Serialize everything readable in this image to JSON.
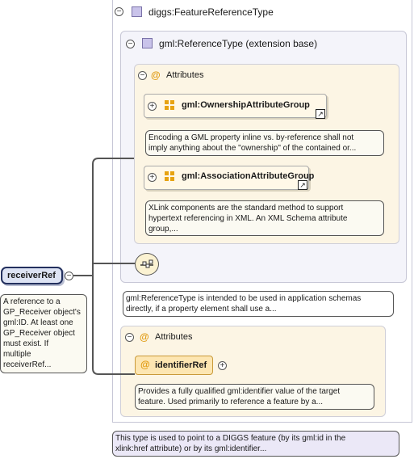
{
  "type_box": {
    "label": "diggs:FeatureReferenceType"
  },
  "extension": {
    "label": "gml:ReferenceType (extension base)"
  },
  "attributes_1": {
    "label": "Attributes"
  },
  "ownership": {
    "label": "gml:OwnershipAttributeGroup",
    "doc": [
      "Encoding a GML property inline vs. by-reference shall not",
      "imply anything about the \"ownership\" of the contained or..."
    ]
  },
  "association": {
    "label": "gml:AssociationAttributeGroup",
    "doc": [
      "XLink components are the standard method to support",
      "hypertext referencing in XML. An XML Schema attribute",
      "group,..."
    ]
  },
  "reference_doc": [
    "gml:ReferenceType is intended to be used in application schemas",
    "directly, if a property element shall use a..."
  ],
  "attributes_2": {
    "label": "Attributes"
  },
  "identifier_ref": {
    "label": "identifierRef",
    "doc": [
      "Provides a fully qualified gml:identifier value of the target",
      "feature. Used primarily to reference a feature by a..."
    ]
  },
  "type_doc": [
    "This type is used to point to a DIGGS feature (by its gml:id in the",
    "xlink:href attribute) or by its gml:identifier..."
  ],
  "receiver_ref": {
    "label": "receiverRef",
    "doc": [
      "A reference to a",
      "GP_Receiver object's",
      "gml:ID. At least one",
      "GP_Receiver object",
      "must exist. If",
      "multiple",
      "receiverRef..."
    ]
  },
  "colors": {
    "element_fill": "#dde3f3",
    "element_border": "#23305e",
    "group_fill": "#fcf5e4",
    "type_border": "#c7c7d6",
    "doc_fill": "#fbfaf2",
    "attr_icon": "#e09a10",
    "type_icon": "#c9c3ea"
  }
}
